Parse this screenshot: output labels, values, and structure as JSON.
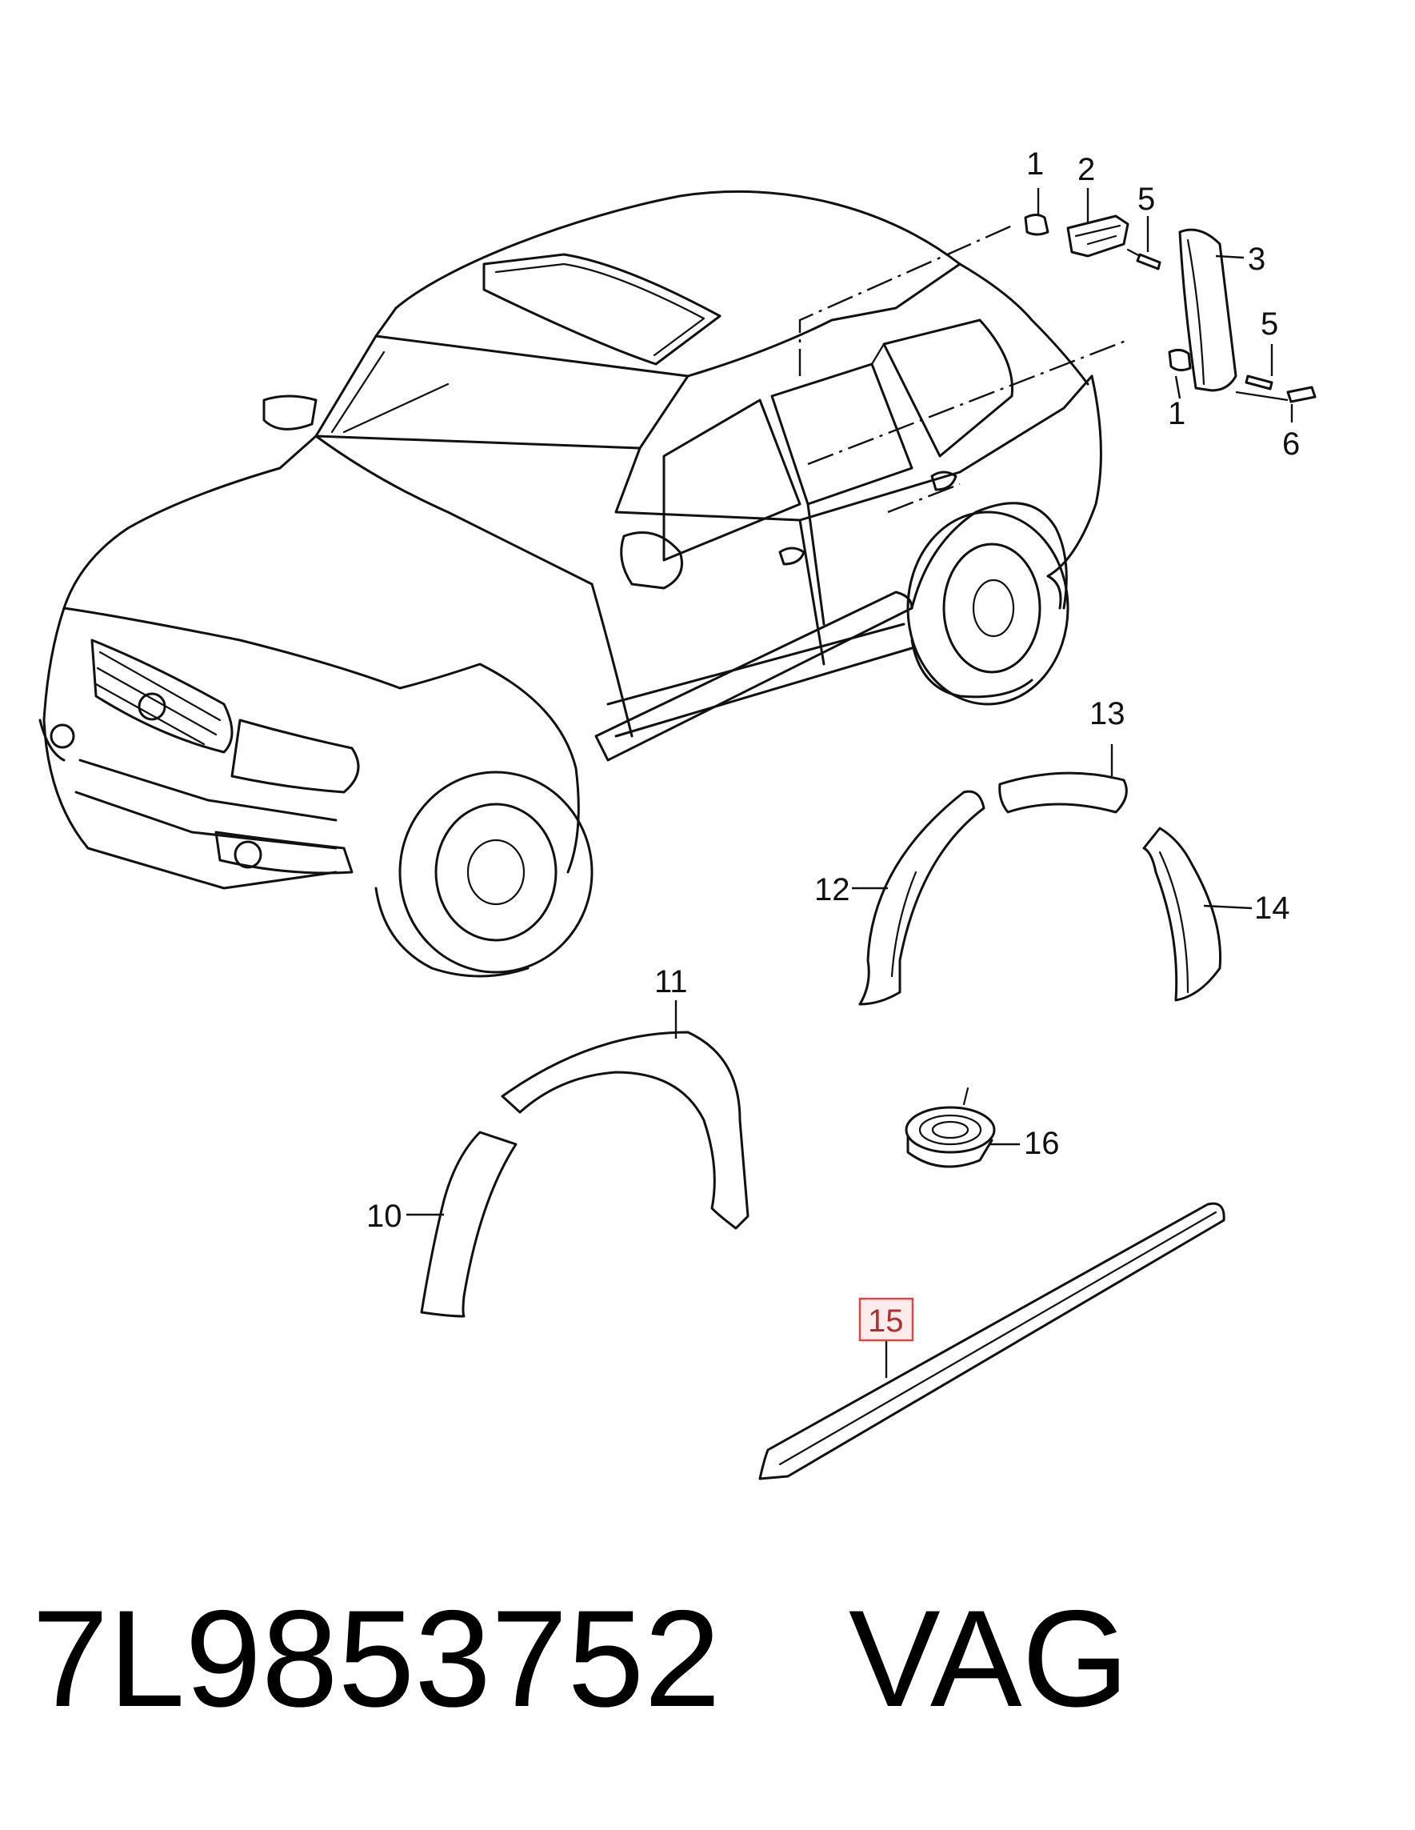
{
  "callouts": {
    "c1a": "1",
    "c2": "2",
    "c5a": "5",
    "c3": "3",
    "c5b": "5",
    "c1b": "1",
    "c6": "6",
    "c13": "13",
    "c12": "12",
    "c14": "14",
    "c11": "11",
    "c16": "16",
    "c10": "10",
    "c15": "15"
  },
  "caption": {
    "part_number": "7L9853752",
    "brand": "VAG"
  },
  "colors": {
    "line": "#111111",
    "highlight_border": "#d84848",
    "highlight_fill": "#fdecec",
    "highlight_text": "#b03030"
  }
}
